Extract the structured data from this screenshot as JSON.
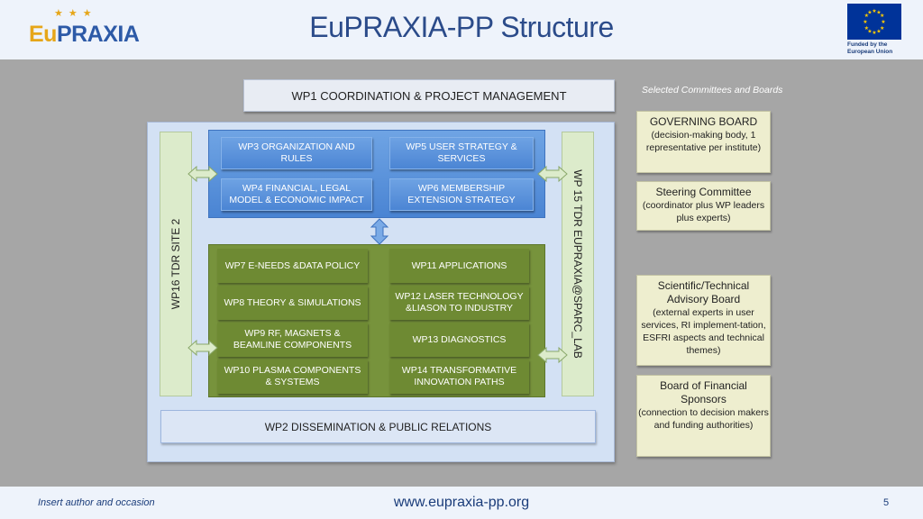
{
  "header": {
    "logo": {
      "part1": "Eu",
      "part2": "PRAXIA"
    },
    "title": "EuPRAXIA-PP Structure",
    "funded_by": "Funded by the European Union"
  },
  "colors": {
    "header_bg": "#eef3fb",
    "main_bg": "#a6a6a6",
    "title": "#2b4b8a",
    "blue_box": "#4f8ad6",
    "green_panel": "#77933c",
    "board_bg": "#eeeecf"
  },
  "diagram": {
    "wp1": "WP1 COORDINATION & PROJECT MANAGEMENT",
    "wp16": "WP16 TDR SITE 2",
    "wp15": "WP 15 TDR EUPRAXIA@SPARC_LAB",
    "blue_boxes": [
      "WP3 ORGANIZATION AND RULES",
      "WP5 USER STRATEGY & SERVICES",
      "WP4 FINANCIAL, LEGAL MODEL & ECONOMIC IMPACT",
      "WP6 MEMBERSHIP EXTENSION STRATEGY"
    ],
    "green_boxes": [
      "WP7 E-NEEDS &DATA POLICY",
      "WP11 APPLICATIONS",
      "WP8 THEORY & SIMULATIONS",
      "WP12 LASER TECHNOLOGY &LIASON TO INDUSTRY",
      "WP9 RF, MAGNETS & BEAMLINE COMPONENTS",
      "WP13 DIAGNOSTICS",
      "WP10 PLASMA COMPONENTS & SYSTEMS",
      "WP14 TRANSFORMATIVE INNOVATION PATHS"
    ],
    "wp2": "WP2 DISSEMINATION & PUBLIC RELATIONS"
  },
  "committees": {
    "heading": "Selected Committees and Boards",
    "boards": [
      {
        "title": "GOVERNING BOARD",
        "subtitle": "(decision-making body, 1 representative per institute)"
      },
      {
        "title": "Steering Committee",
        "subtitle": "(coordinator plus WP leaders plus experts)"
      },
      {
        "title": "Scientific/Technical Advisory Board",
        "subtitle": "(external experts in user services, RI implement-tation, ESFRI aspects and technical themes)"
      },
      {
        "title": "Board of Financial Sponsors",
        "subtitle": "(connection to decision makers and funding authorities)"
      }
    ]
  },
  "footer": {
    "author": "Insert author and occasion",
    "url": "www.eupraxia-pp.org",
    "page_number": "5"
  }
}
